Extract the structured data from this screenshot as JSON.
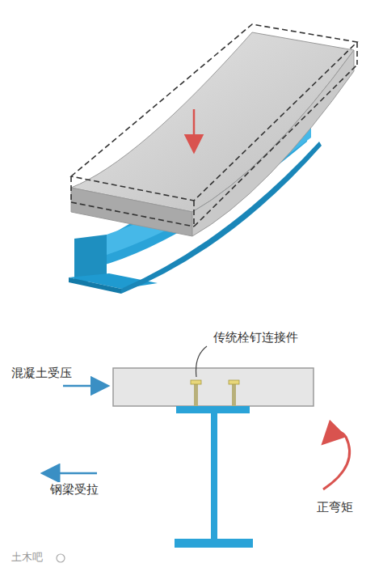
{
  "diagram": {
    "labels": [
      "传统栓钉连接件",
      "混凝土受压",
      "钢梁受拉",
      "正弯矩",
      "土木吧"
    ]
  }
}
